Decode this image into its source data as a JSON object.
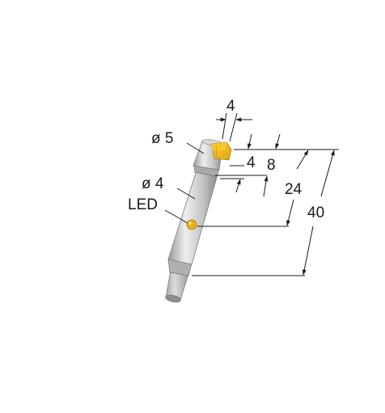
{
  "dimensions": {
    "top_width": "4",
    "head_diameter": "ø 5",
    "body_diameter": "ø 4",
    "led_label": "LED",
    "d_4": "4",
    "d_8": "8",
    "d_24": "24",
    "d_40": "40"
  },
  "colors": {
    "tab": "#f2b81c",
    "body_light": "#e4e4e4",
    "body_mid": "#b9b9b9",
    "body_dark": "#8c8c8c",
    "cable": "#c6c6c6",
    "led": "#e7b316",
    "line": "#1a1a1a"
  }
}
